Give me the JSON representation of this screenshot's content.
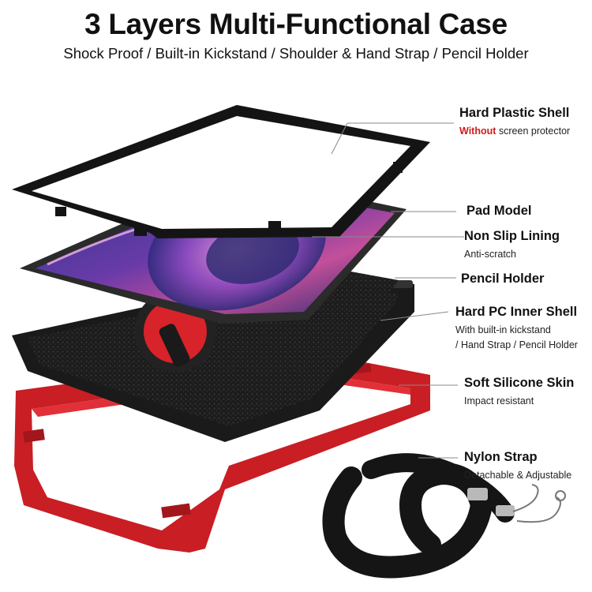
{
  "title": "3 Layers Multi-Functional Case",
  "subtitle": "Shock Proof / Built-in Kickstand / Shoulder & Hand Strap / Pencil Holder",
  "labels": {
    "hard_plastic_shell": {
      "title": "Hard Plastic Shell",
      "highlight": "Without",
      "note": " screen protector"
    },
    "pad_model": {
      "title": "Pad Model"
    },
    "non_slip_lining": {
      "title": "Non Slip Lining",
      "note": "Anti-scratch"
    },
    "pencil_holder": {
      "title": "Pencil Holder"
    },
    "hard_pc_inner_shell": {
      "title": "Hard PC Inner Shell",
      "note_line1": "With built-in kickstand",
      "note_line2": "/ Hand Strap / Pencil Holder"
    },
    "soft_silicone_skin": {
      "title": "Soft Silicone Skin",
      "note": "Impact resistant"
    },
    "nylon_strap": {
      "title": "Nylon Strap",
      "note": "Detachable & Adjustable"
    }
  },
  "colors": {
    "accent_red": "#d21a1a",
    "case_red": "#d8232a",
    "case_black": "#1a1a1a"
  }
}
